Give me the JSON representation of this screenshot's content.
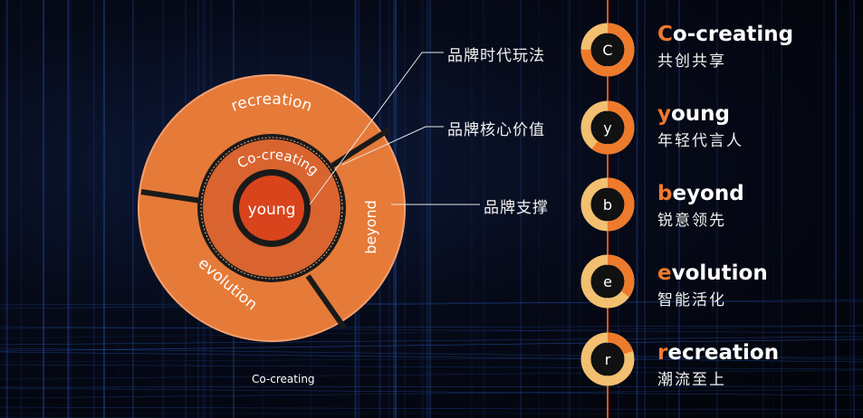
{
  "colors": {
    "accent": "#ee7a2c",
    "ring_dark": "#c9521d",
    "core": "#d9441c"
  },
  "diagram": {
    "outer_ring": [
      "recreation",
      "beyond",
      "evolution"
    ],
    "middle_ring": "Co-creating",
    "core": "young",
    "bottom_label": "Co-creating"
  },
  "callouts": [
    {
      "label": "品牌时代玩法"
    },
    {
      "label": "品牌核心价值"
    },
    {
      "label": "品牌支撑"
    }
  ],
  "legend": [
    {
      "letter": "C",
      "initial": "C",
      "rest": "o-creating",
      "sub": "共创共享",
      "fill": 0.75
    },
    {
      "letter": "y",
      "initial": "y",
      "rest": "oung",
      "sub": "年轻代言人",
      "fill": 0.6
    },
    {
      "letter": "b",
      "initial": "b",
      "rest": "eyond",
      "sub": "锐意领先",
      "fill": 0.5
    },
    {
      "letter": "e",
      "initial": "e",
      "rest": "volution",
      "sub": "智能活化",
      "fill": 0.35
    },
    {
      "letter": "r",
      "initial": "r",
      "rest": "ecreation",
      "sub": "潮流至上",
      "fill": 0.2
    }
  ]
}
